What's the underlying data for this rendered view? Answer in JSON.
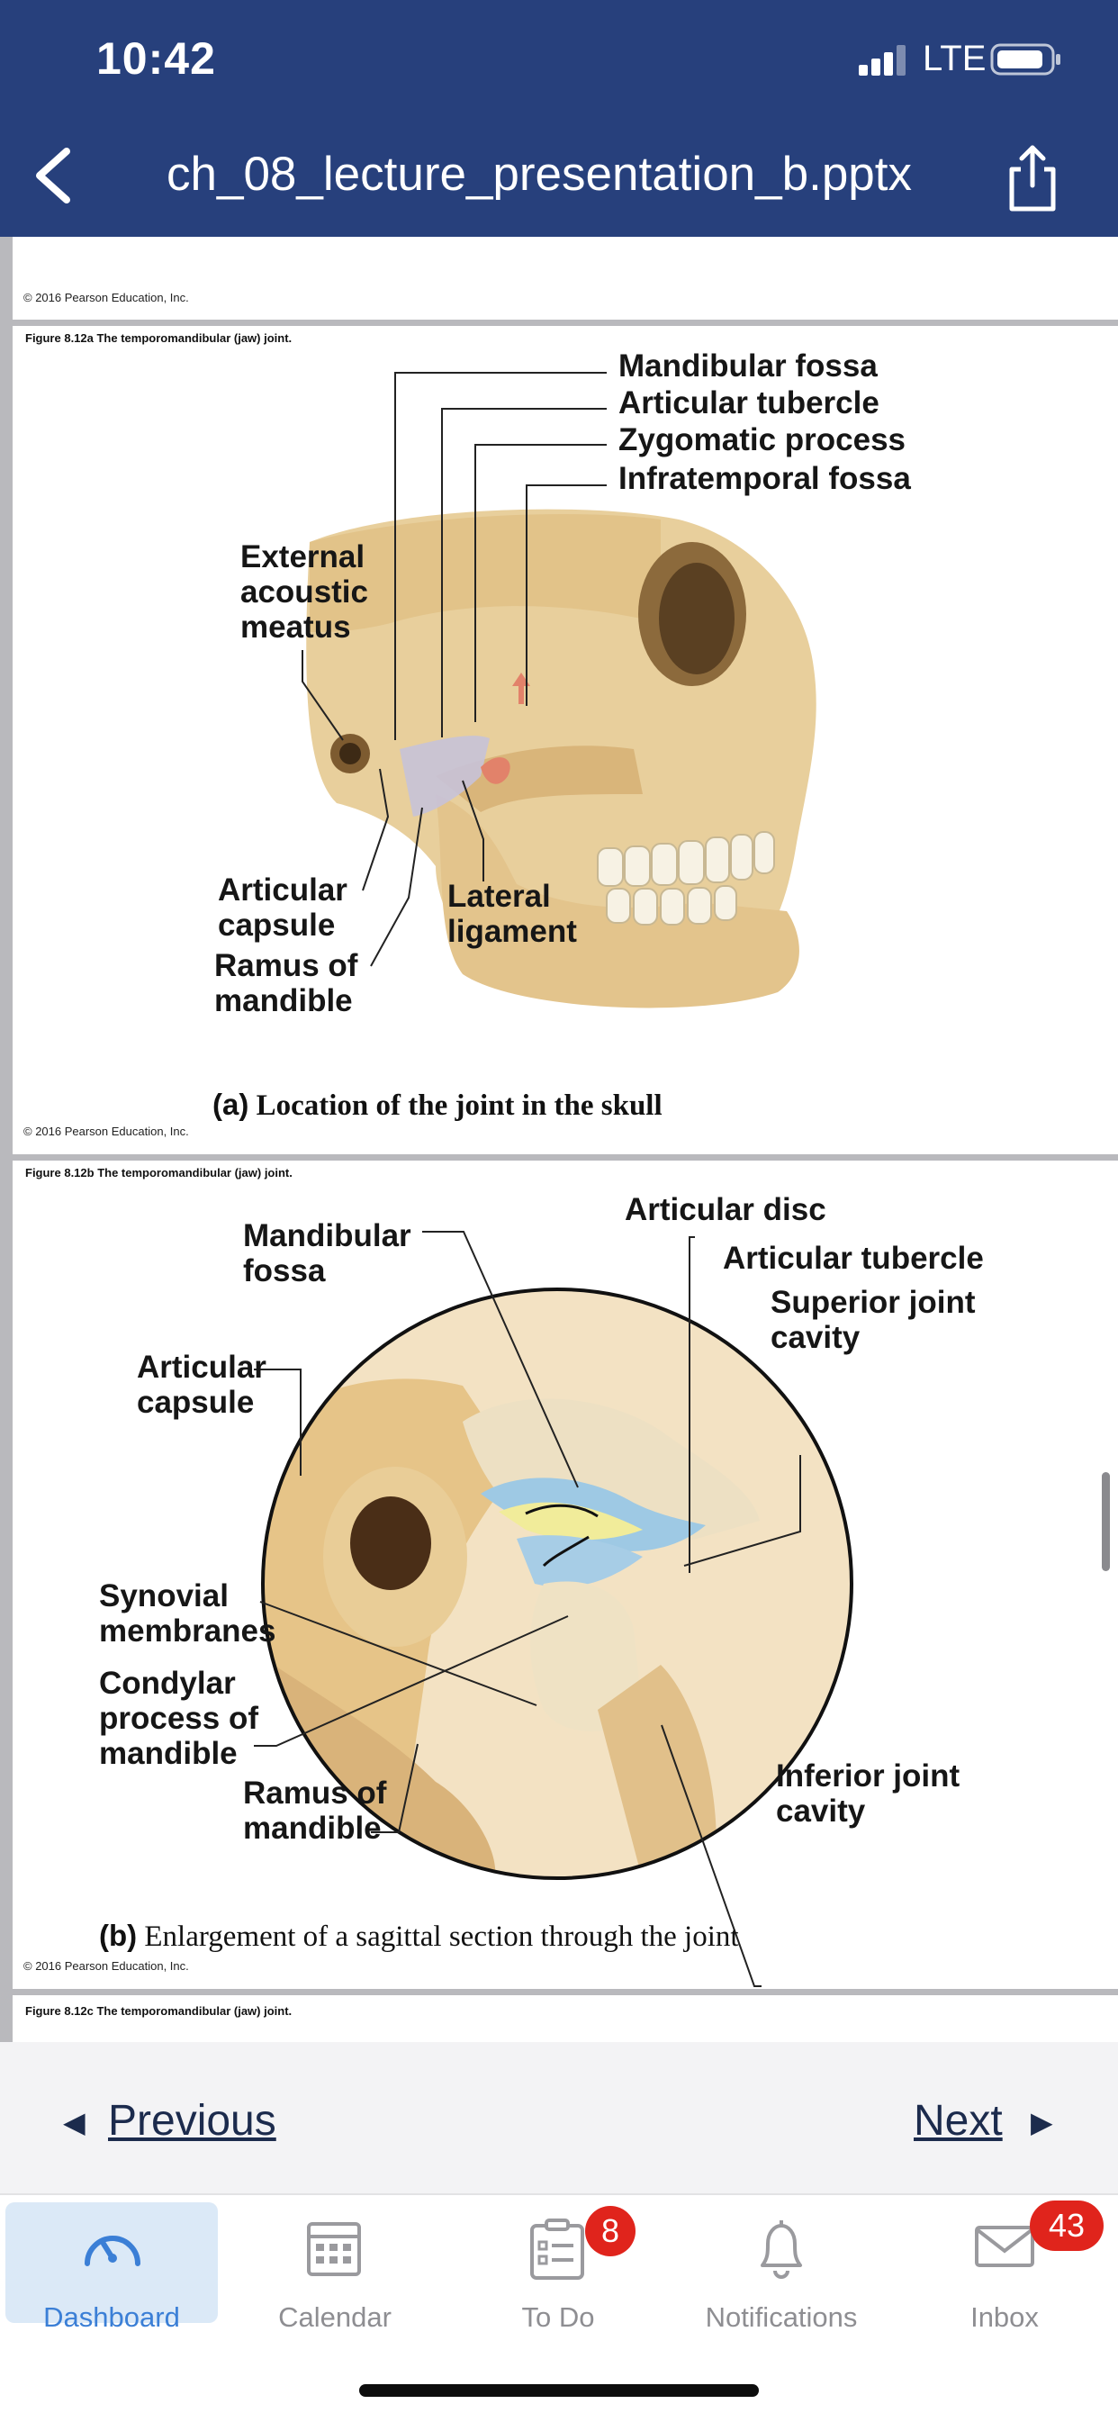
{
  "status_bar": {
    "time": "10:42",
    "network": "LTE"
  },
  "nav": {
    "title": "ch_08_lecture_presentation_b.pptx",
    "back_icon": "chevron-left-icon",
    "share_icon": "share-icon"
  },
  "slides": {
    "copyright": "© 2016 Pearson Education, Inc.",
    "fig_a": {
      "caption": "Figure 8.12a The temporomandibular (jaw) joint.",
      "labels": {
        "mandibular_fossa": "Mandibular fossa",
        "articular_tubercle": "Articular tubercle",
        "zygomatic_process": "Zygomatic process",
        "infratemporal_fossa": "Infratemporal fossa",
        "external_acoustic_meatus_1": "External",
        "external_acoustic_meatus_2": "acoustic",
        "external_acoustic_meatus_3": "meatus",
        "articular_capsule_1": "Articular",
        "articular_capsule_2": "capsule",
        "lateral_ligament_1": "Lateral",
        "lateral_ligament_2": "ligament",
        "ramus_1": "Ramus of",
        "ramus_2": "mandible"
      },
      "panel_letter": "(a)",
      "panel_title": "Location of the joint in the skull"
    },
    "fig_b": {
      "caption": "Figure 8.12b The temporomandibular (jaw) joint.",
      "labels": {
        "articular_disc": "Articular disc",
        "mandibular_fossa_1": "Mandibular",
        "mandibular_fossa_2": "fossa",
        "articular_tubercle": "Articular tubercle",
        "superior_cavity_1": "Superior joint",
        "superior_cavity_2": "cavity",
        "articular_capsule_1": "Articular",
        "articular_capsule_2": "capsule",
        "synovial_1": "Synovial",
        "synovial_2": "membranes",
        "condylar_1": "Condylar",
        "condylar_2": "process of",
        "condylar_3": "mandible",
        "ramus_1": "Ramus of",
        "ramus_2": "mandible",
        "inferior_cavity_1": "Inferior joint",
        "inferior_cavity_2": "cavity"
      },
      "panel_letter": "(b)",
      "panel_title": "Enlargement of a sagittal section through the joint"
    },
    "fig_c": {
      "caption": "Figure 8.12c The temporomandibular (jaw) joint."
    }
  },
  "pager": {
    "previous": "Previous",
    "next": "Next"
  },
  "tabbar": {
    "items": [
      {
        "label": "Dashboard",
        "icon": "dashboard-gauge-icon",
        "active": true
      },
      {
        "label": "Calendar",
        "icon": "calendar-icon"
      },
      {
        "label": "To Do",
        "icon": "todo-list-icon",
        "badge": "8"
      },
      {
        "label": "Notifications",
        "icon": "bell-icon"
      },
      {
        "label": "Inbox",
        "icon": "mail-icon",
        "badge": "43"
      }
    ]
  },
  "colors": {
    "nav_bar": "#27407c",
    "active_tab": "#3b7fd6",
    "badge": "#e0241c"
  }
}
